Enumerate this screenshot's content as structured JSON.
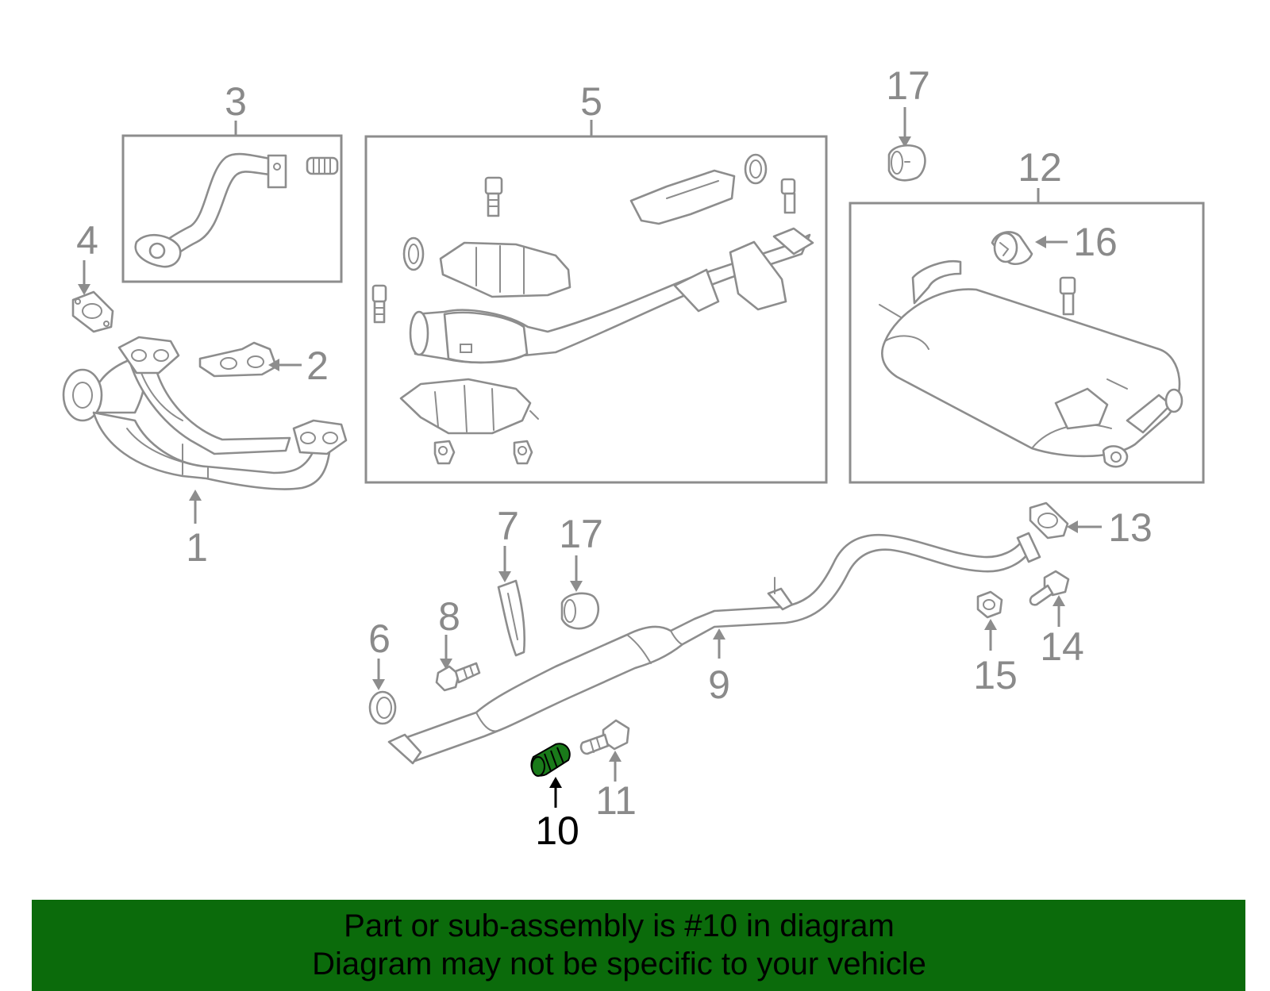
{
  "diagram": {
    "highlight_color": "#1a7a1a",
    "labels": {
      "p1": "1",
      "p2": "2",
      "p3": "3",
      "p4": "4",
      "p5": "5",
      "p6": "6",
      "p7": "7",
      "p8": "8",
      "p9": "9",
      "p10": "10",
      "p11": "11",
      "p12": "12",
      "p13": "13",
      "p14": "14",
      "p15": "15",
      "p16": "16",
      "p17a": "17",
      "p17b": "17"
    }
  },
  "banner": {
    "background": "#0b6b0b",
    "line1": "Part or sub-assembly is #10 in diagram",
    "line2": "Diagram may not be specific to your vehicle"
  }
}
